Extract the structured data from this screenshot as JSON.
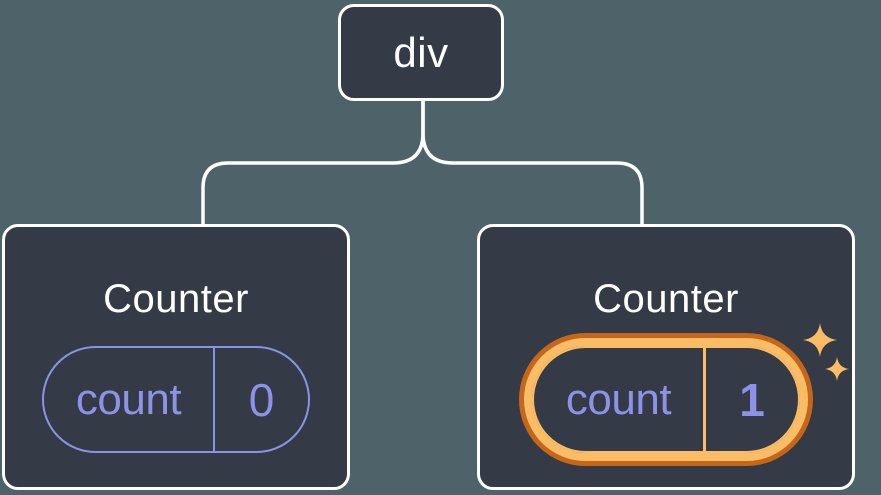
{
  "diagram": {
    "type": "component-tree",
    "background_color": "#4D6369",
    "node_fill_color": "#343A46",
    "node_border_color": "#FFFFFF",
    "state_accent_color": "#8C93E6",
    "highlight_color": "#FABD66",
    "highlight_shadow_color": "#C5671B",
    "tree": {
      "root": {
        "label": "div"
      },
      "children": [
        {
          "title": "Counter",
          "highlighted": false,
          "state": {
            "key": "count",
            "value": "0"
          }
        },
        {
          "title": "Counter",
          "highlighted": true,
          "state": {
            "key": "count",
            "value": "1"
          }
        }
      ]
    }
  }
}
